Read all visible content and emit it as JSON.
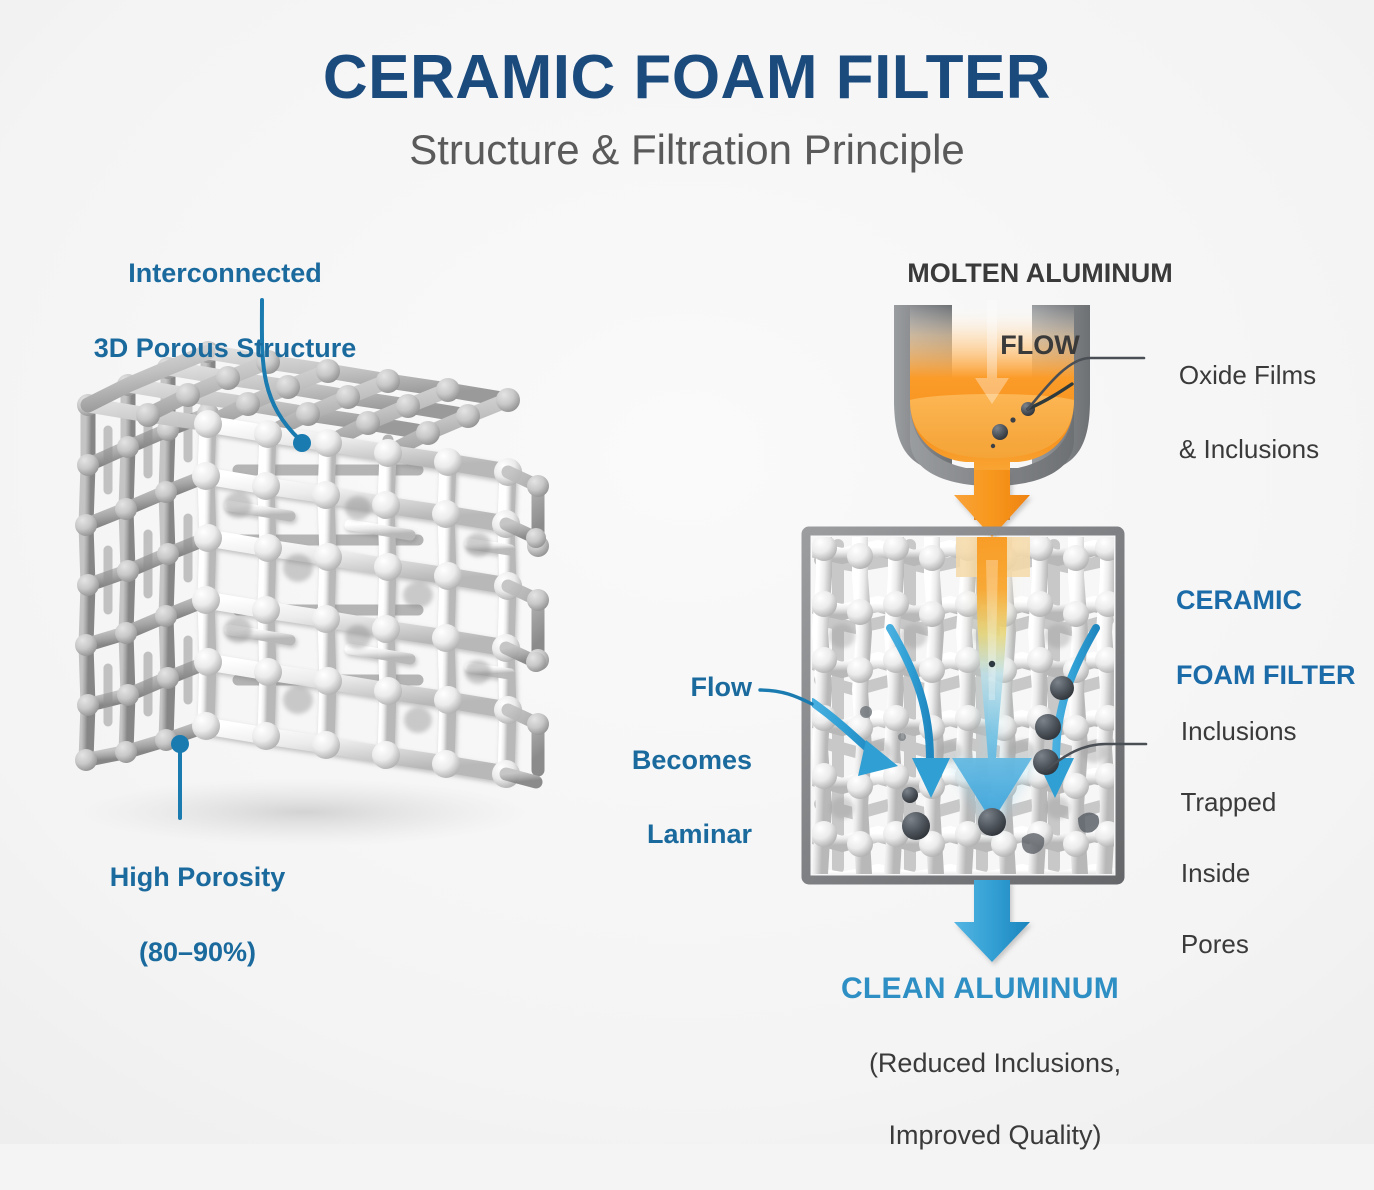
{
  "page": {
    "title": "CERAMIC FOAM FILTER",
    "subtitle": "Structure & Filtration Principle",
    "background_color": "#f4f4f4"
  },
  "colors": {
    "title_navy": "#1b4a7d",
    "subtitle_gray": "#5a5a5a",
    "label_blue": "#1a6a9e",
    "accent_blue": "#1b6ba8",
    "flow_blue": "#3399cc",
    "clean_blue": "#2e8fc4",
    "body_gray": "#3a3a3a",
    "molten_orange": "#f79321",
    "vessel_gray": "#808285",
    "foam_white": "#ffffff",
    "inclusion_dark": "#4a4f55"
  },
  "left_panel": {
    "name": "ceramic-foam-cube-illustration",
    "callouts": [
      {
        "id": "interconnected",
        "line1": "Interconnected",
        "line2": "3D Porous Structure",
        "color": "#1a6a9e",
        "leader": "curved-line-with-dot"
      },
      {
        "id": "porosity",
        "line1": "High Porosity",
        "line2": "(80–90%)",
        "color": "#1a6a9e",
        "leader": "vertical-line-with-dot"
      }
    ]
  },
  "right_panel": {
    "name": "filtration-process-diagram",
    "molten_flow_label": {
      "line1": "MOLTEN ALUMINUM",
      "line2": "FLOW"
    },
    "oxide_label": {
      "line1": "Oxide Films",
      "line2": "& Inclusions"
    },
    "filter_label": {
      "line1": "CERAMIC",
      "line2": "FOAM FILTER"
    },
    "inclusions_label": {
      "line1": "Inclusions",
      "line2": "Trapped",
      "line3": "Inside",
      "line4": "Pores"
    },
    "laminar_label": {
      "line1": "Flow",
      "line2": "Becomes",
      "line3": "Laminar"
    },
    "outlet_label": {
      "heading": "CLEAN ALUMINUM",
      "line1": "(Reduced Inclusions,",
      "line2": "Improved Quality)"
    }
  },
  "icons": {
    "down_arrow_molten": "orange-down-arrow-icon",
    "down_arrow_clean": "blue-down-arrow-icon",
    "flow_arrow_left": "curved-flow-arrow-icon",
    "flow_arrow_right": "curved-flow-arrow-icon",
    "inclusion_particle": "inclusion-particle-icon"
  }
}
